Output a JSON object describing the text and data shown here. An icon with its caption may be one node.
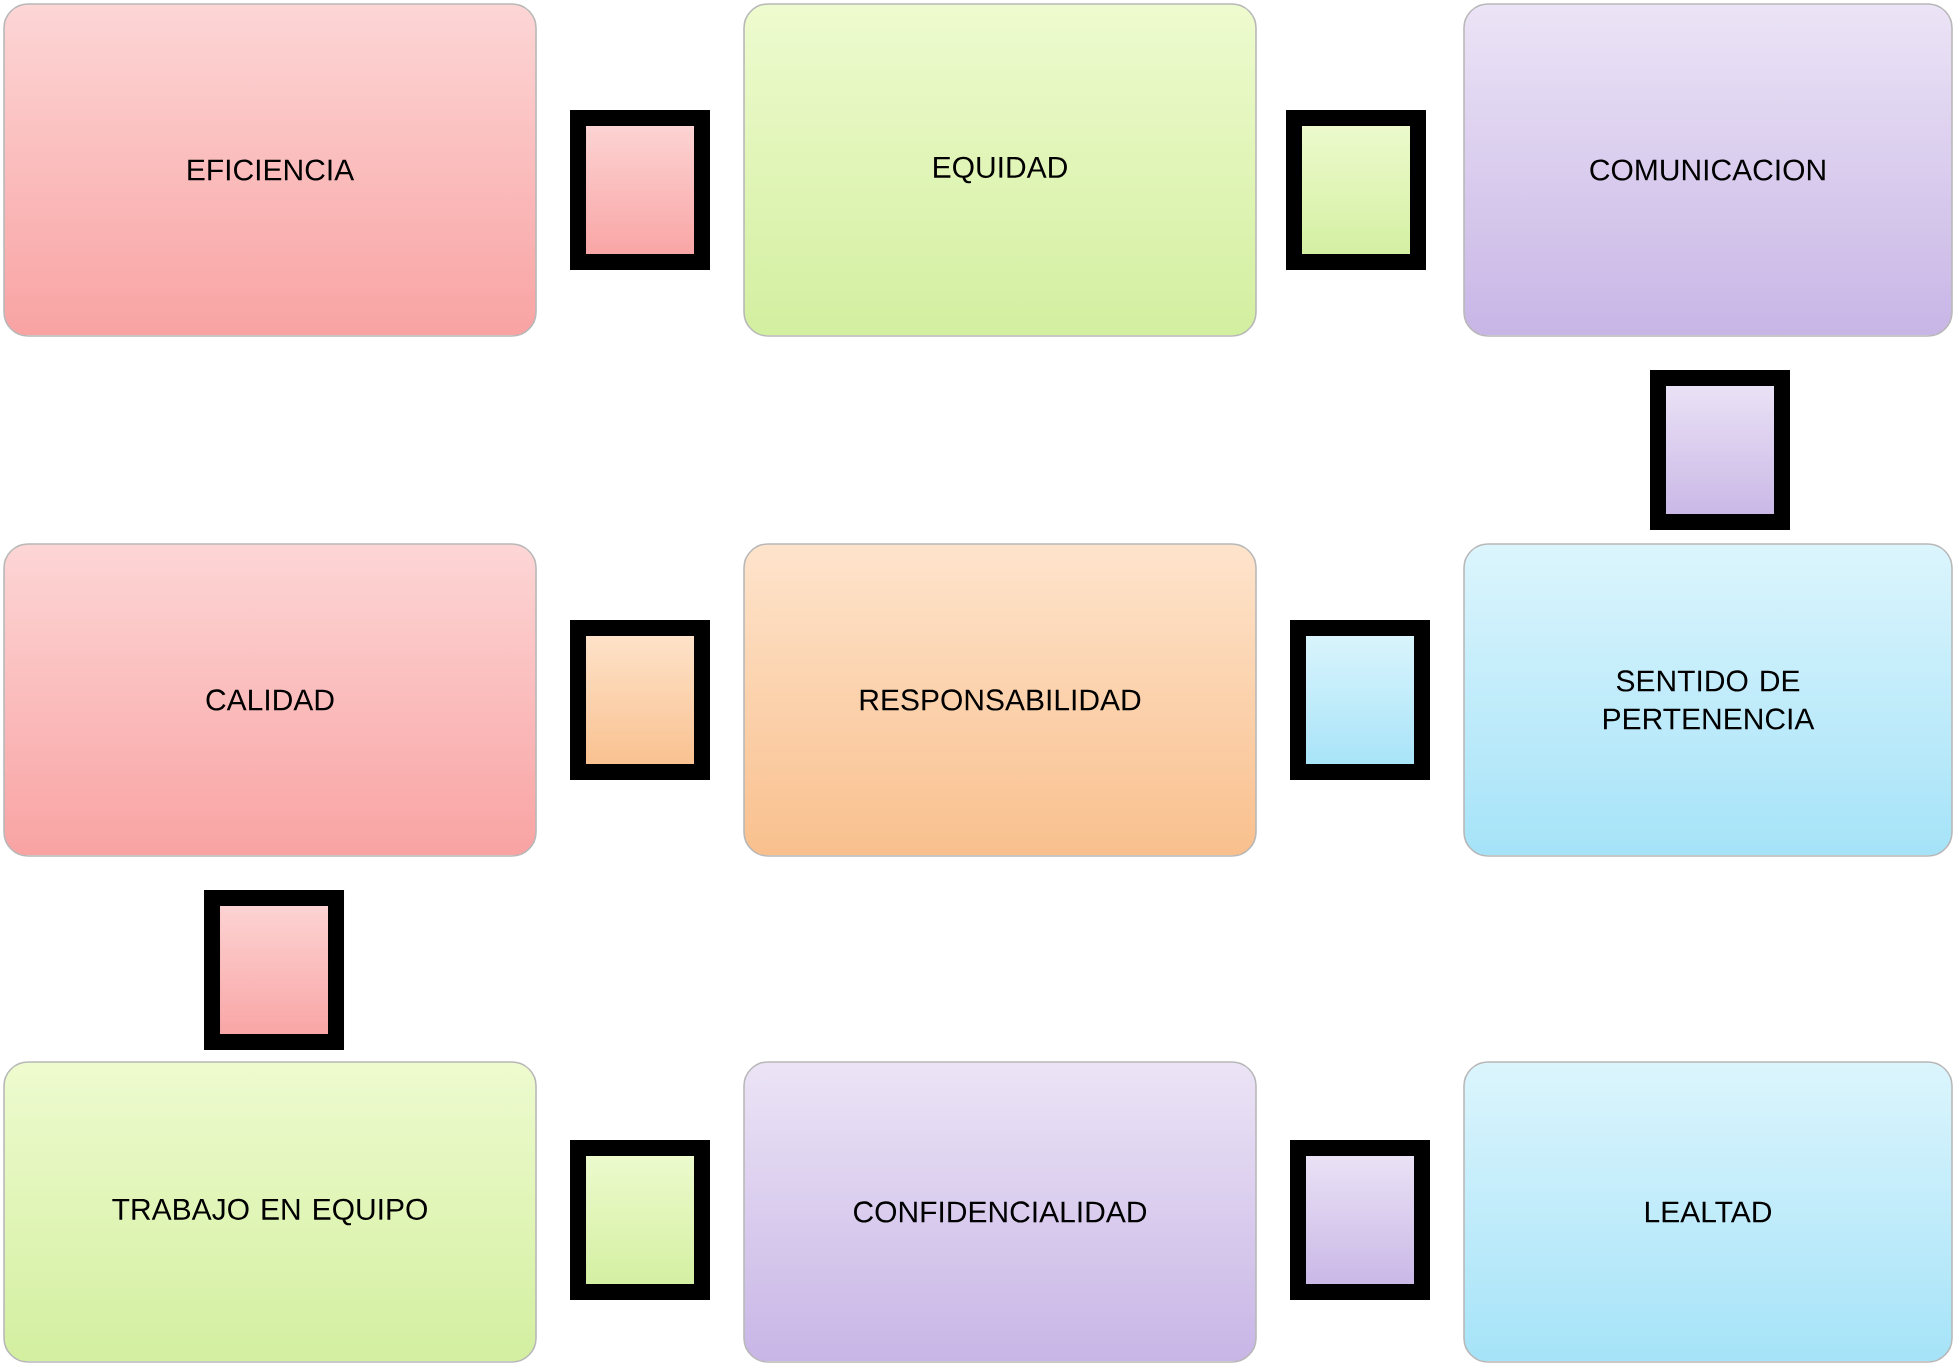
{
  "diagram": {
    "nodes": [
      {
        "text": [
          "EFICIENCIA"
        ]
      },
      {
        "text": [],
        "shape": "box"
      },
      {
        "text": [
          "EQUIDAD"
        ]
      },
      {
        "text": [],
        "shape": "box"
      },
      {
        "text": [
          "COMUNICACION"
        ]
      },
      {
        "text": [],
        "shape": "box"
      },
      {
        "text": [
          "CALIDAD"
        ]
      },
      {
        "text": [],
        "shape": "box"
      },
      {
        "text": [
          "RESPONSABILIDAD"
        ]
      },
      {
        "text": [],
        "shape": "box"
      },
      {
        "text": [
          "SENTIDO DE PERTENENCIA"
        ]
      },
      {
        "text": [],
        "shape": "box"
      },
      {
        "text": [
          "TRABAJO EN EQUIPO"
        ]
      },
      {
        "text": [],
        "shape": "box"
      },
      {
        "text": [
          "CONFIDENCIALIDAD"
        ]
      },
      {
        "text": [],
        "shape": "box"
      },
      {
        "text": [
          "LEALTAD"
        ]
      }
    ]
  }
}
